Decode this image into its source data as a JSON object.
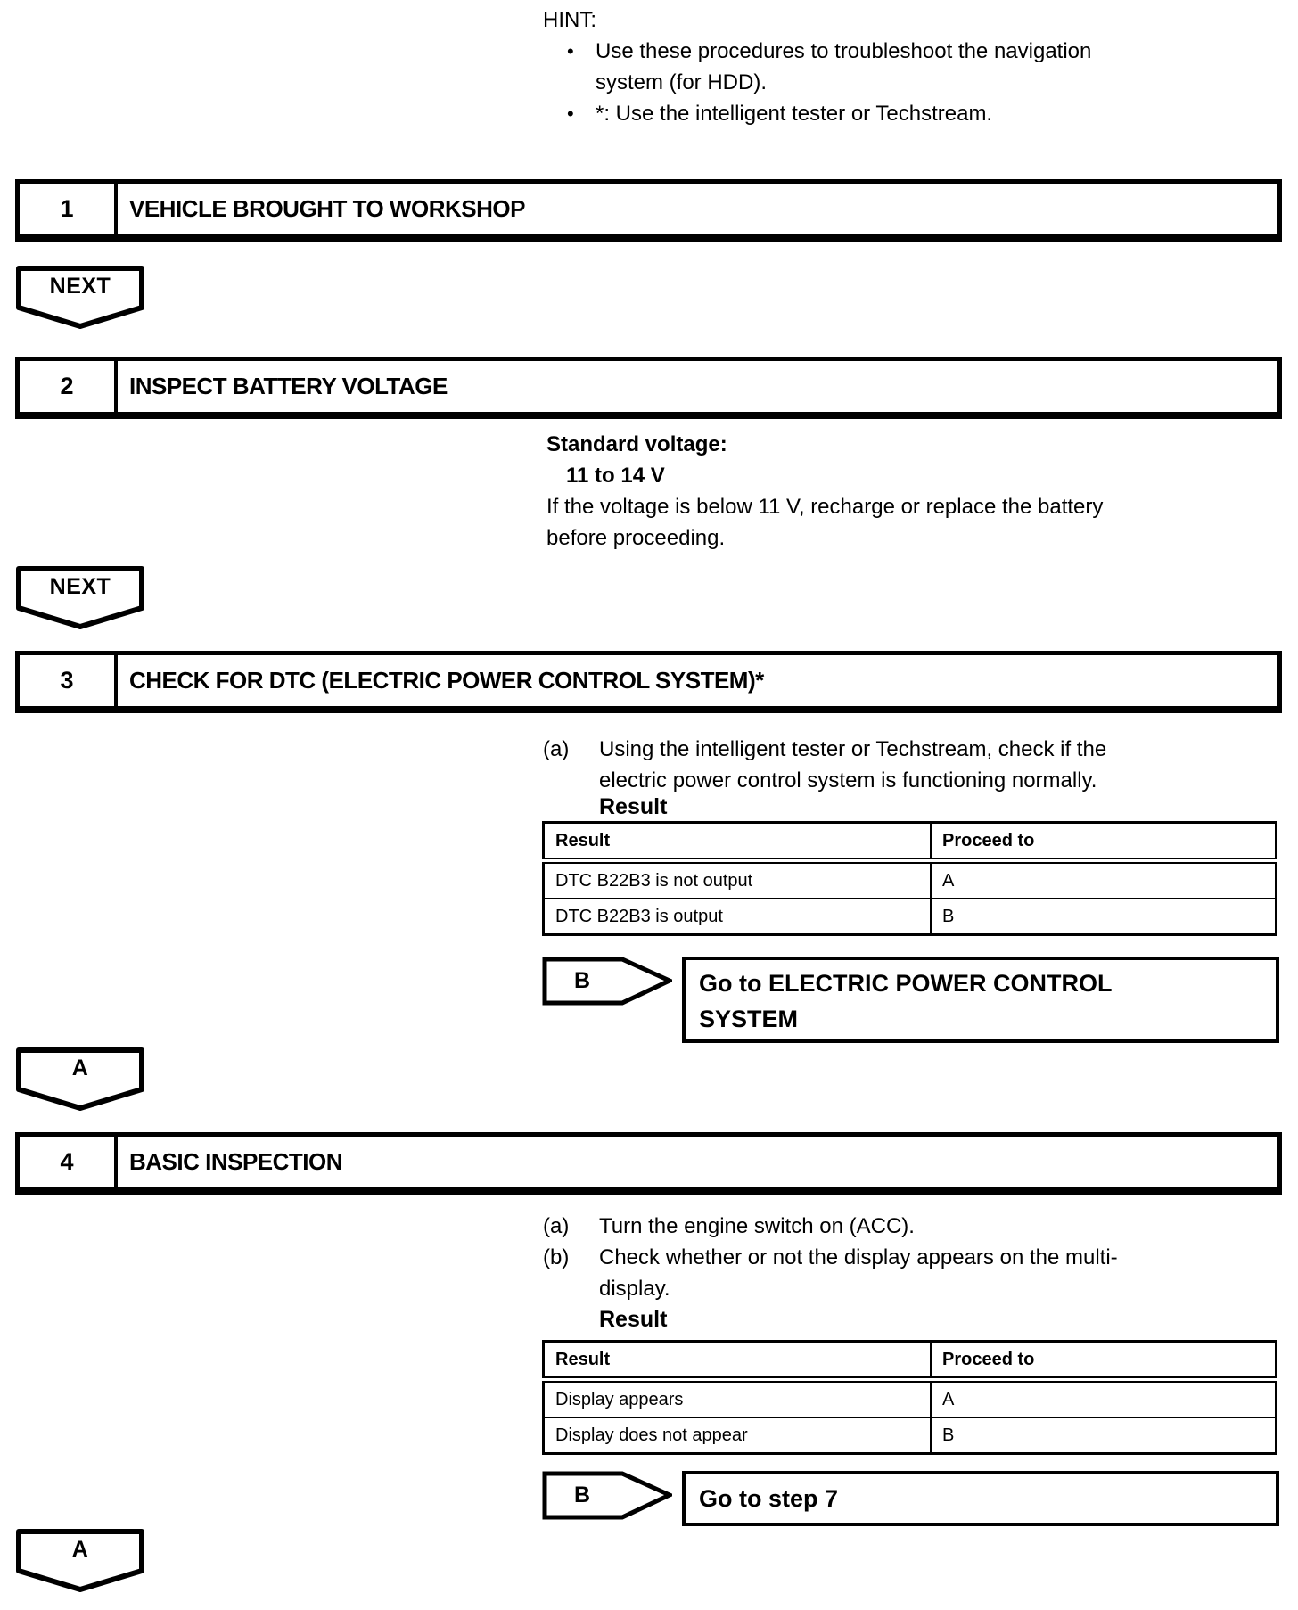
{
  "hint": {
    "label": "HINT:",
    "bullets": [
      {
        "marker": "•",
        "text": "Use these procedures to troubleshoot the navigation system (for HDD)."
      },
      {
        "marker": "•",
        "text": "*: Use the intelligent tester or Techstream."
      }
    ]
  },
  "connectors": {
    "next1": "NEXT",
    "next2": "NEXT",
    "a1": "A",
    "a2": "A"
  },
  "steps": {
    "s1": {
      "number": "1",
      "title": "VEHICLE BROUGHT TO WORKSHOP"
    },
    "s2": {
      "number": "2",
      "title": "INSPECT BATTERY VOLTAGE",
      "spec_label": "Standard voltage:",
      "spec_value": "11 to 14 V",
      "note": "If the voltage is below 11 V, recharge or replace the battery before proceeding."
    },
    "s3": {
      "number": "3",
      "title": "CHECK FOR DTC (ELECTRIC POWER CONTROL SYSTEM)*",
      "item_a_marker": "(a)",
      "item_a_text": "Using the intelligent tester or Techstream, check if the electric power control system is functioning normally.",
      "result_label": "Result",
      "table": {
        "headers": [
          "Result",
          "Proceed to"
        ],
        "rows": [
          [
            "DTC B22B3 is not output",
            "A"
          ],
          [
            "DTC B22B3 is output",
            "B"
          ]
        ]
      },
      "branch": {
        "label": "B",
        "target": "Go to ELECTRIC POWER CONTROL SYSTEM"
      }
    },
    "s4": {
      "number": "4",
      "title": "BASIC INSPECTION",
      "items": [
        {
          "marker": "(a)",
          "text": "Turn the engine switch on (ACC)."
        },
        {
          "marker": "(b)",
          "text": "Check whether or not the display appears on the multi-display."
        }
      ],
      "result_label": "Result",
      "table": {
        "headers": [
          "Result",
          "Proceed to"
        ],
        "rows": [
          [
            "Display appears",
            "A"
          ],
          [
            "Display does not appear",
            "B"
          ]
        ]
      },
      "branch": {
        "label": "B",
        "target": "Go to step 7"
      }
    }
  },
  "colors": {
    "ink": "#000000",
    "paper": "#ffffff"
  }
}
